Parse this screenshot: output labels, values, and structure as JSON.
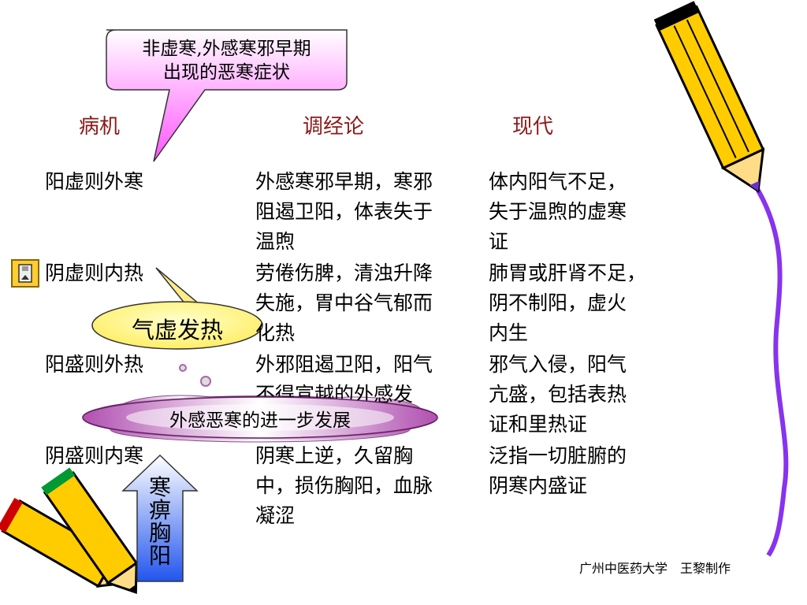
{
  "callout_top": {
    "line1": "非虚寒,外感寒邪早期",
    "line2": "出现的恶寒症状"
  },
  "headers": {
    "col1": "病机",
    "col2": "调经论",
    "col3": "现代"
  },
  "rows": [
    {
      "c1": "阳虚则外寒",
      "c2": [
        "外感寒邪早期，寒邪",
        "阻遏卫阳，体表失于",
        "温煦"
      ],
      "c3": [
        "体内阳气不足，",
        "失于温煦的虚寒",
        "证"
      ]
    },
    {
      "c1": "阴虚则内热",
      "c2": [
        "劳倦伤脾，清浊升降",
        "失施，胃中谷气郁而",
        "化热"
      ],
      "c3": [
        "肺胃或肝肾不足，",
        "阴不制阳，虚火",
        "内生"
      ]
    },
    {
      "c1": "阳盛则外热",
      "c2": [
        "外邪阻遏卫阳，阳气",
        "不得宣越的外感发",
        ""
      ],
      "c3": [
        "邪气入侵，阳气",
        "亢盛，包括表热",
        "证和里热证"
      ]
    },
    {
      "c1": "阴盛则内寒",
      "c2": [
        "阴寒上逆，久留胸",
        "中，损伤胸阳，血脉",
        "凝涩"
      ],
      "c3": [
        "泛指一切脏腑的",
        "阴寒内盛证"
      ]
    }
  ],
  "callout_oval": {
    "text": "气虚发热"
  },
  "callout_cloud": {
    "text": "外感恶寒的进一步发展"
  },
  "arrow_label": [
    "寒",
    "痹",
    "胸",
    "阳"
  ],
  "footer": {
    "text": "广州中医药大学　王黎制作"
  },
  "colors": {
    "header": "#8b1a1a",
    "callout_pink": "#ff66ff",
    "oval_yellow": "#ffff99",
    "cloud_purple": "#cc66cc",
    "arrow_blue": "#3366ff",
    "pencil_yellow": "#ffcc00"
  },
  "icons": {
    "nav_button": "save-disk-icon",
    "pencils": "pencil-icon"
  }
}
